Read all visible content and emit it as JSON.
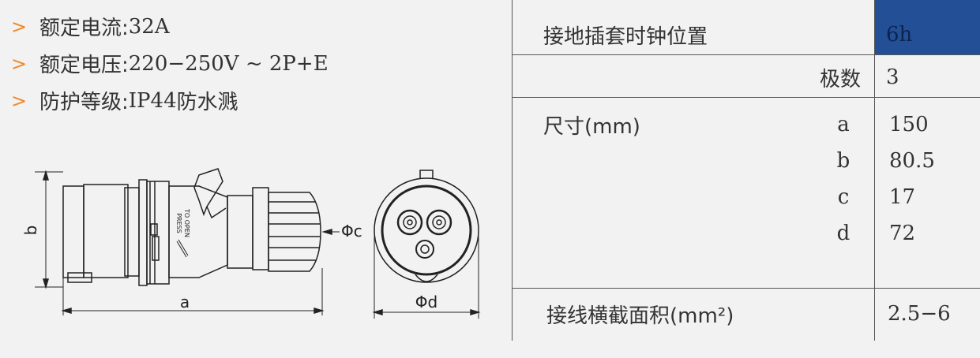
{
  "specs": [
    {
      "label": "额定电流:",
      "value": " 32A"
    },
    {
      "label": "额定电压:",
      "value": " 220−250V ~ 2P+E"
    },
    {
      "label": "防护等级:",
      "value": " IP44",
      "suffix": " 防水溅"
    }
  ],
  "bullet": ">",
  "drawing": {
    "press_text_1": "PRESS",
    "press_text_2": "TO OPEN",
    "dim_a": "a",
    "dim_b": "b",
    "dim_c": "Φc",
    "dim_d": "Φd"
  },
  "table": {
    "ground_label": "接地插套时钟位置",
    "ground_value": "6h",
    "poles_label": "极数",
    "poles_value": "3",
    "size_label": "尺寸(mm)",
    "dims": [
      {
        "key": "a",
        "value": "150"
      },
      {
        "key": "b",
        "value": "80.5"
      },
      {
        "key": "c",
        "value": "17"
      },
      {
        "key": "d",
        "value": "72"
      }
    ],
    "wire_label": "接线横截面积(mm²)",
    "wire_value": "2.5−6"
  },
  "colors": {
    "bullet": "#f08a2c",
    "highlight": "#234f96"
  }
}
